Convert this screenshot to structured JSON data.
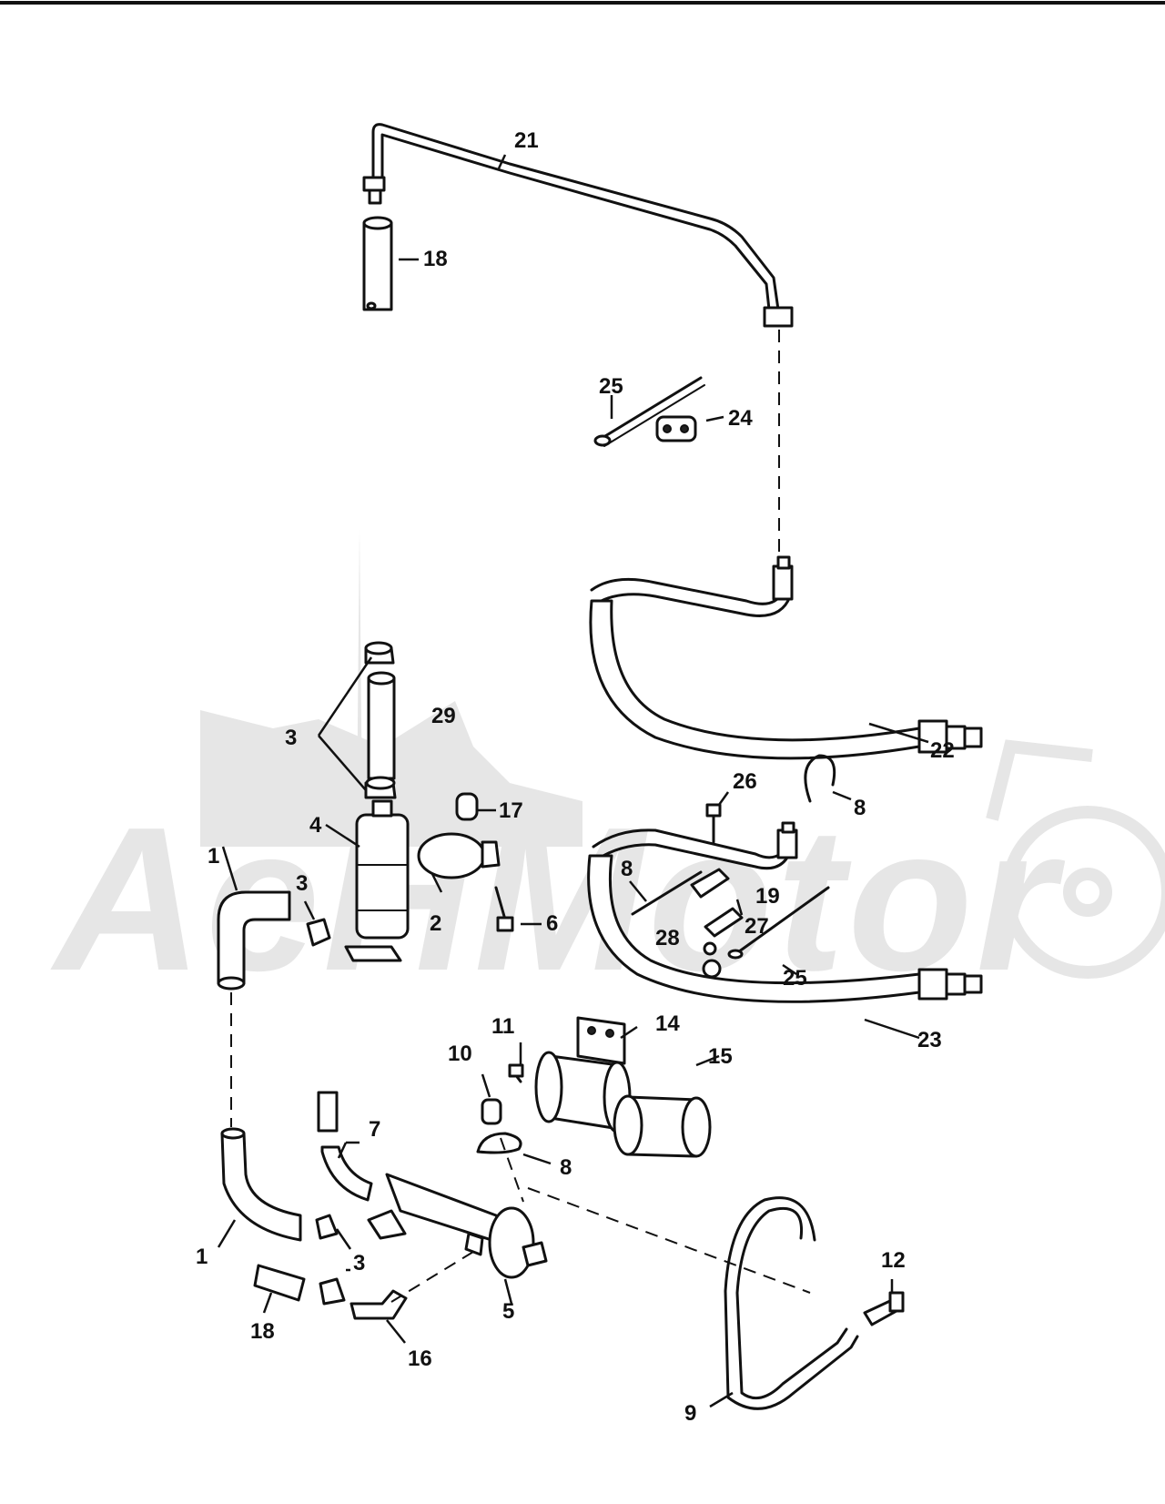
{
  "callouts": {
    "c1a": "1",
    "c1b": "1",
    "c2": "2",
    "c3a": "3",
    "c3b": "3",
    "c3c": "3",
    "c4": "4",
    "c5": "5",
    "c6": "6",
    "c7": "7",
    "c8a": "8",
    "c8b": "8",
    "c8c": "8",
    "c9": "9",
    "c10": "10",
    "c11": "11",
    "c12": "12",
    "c14": "14",
    "c15": "15",
    "c16": "16",
    "c17": "17",
    "c18a": "18",
    "c18b": "18",
    "c19": "19",
    "c21": "21",
    "c22": "22",
    "c23": "23",
    "c24": "24",
    "c25a": "25",
    "c25b": "25",
    "c26": "26",
    "c27": "27",
    "c28": "28",
    "c29": "29"
  },
  "watermark": {
    "text": "AeHMotor"
  }
}
